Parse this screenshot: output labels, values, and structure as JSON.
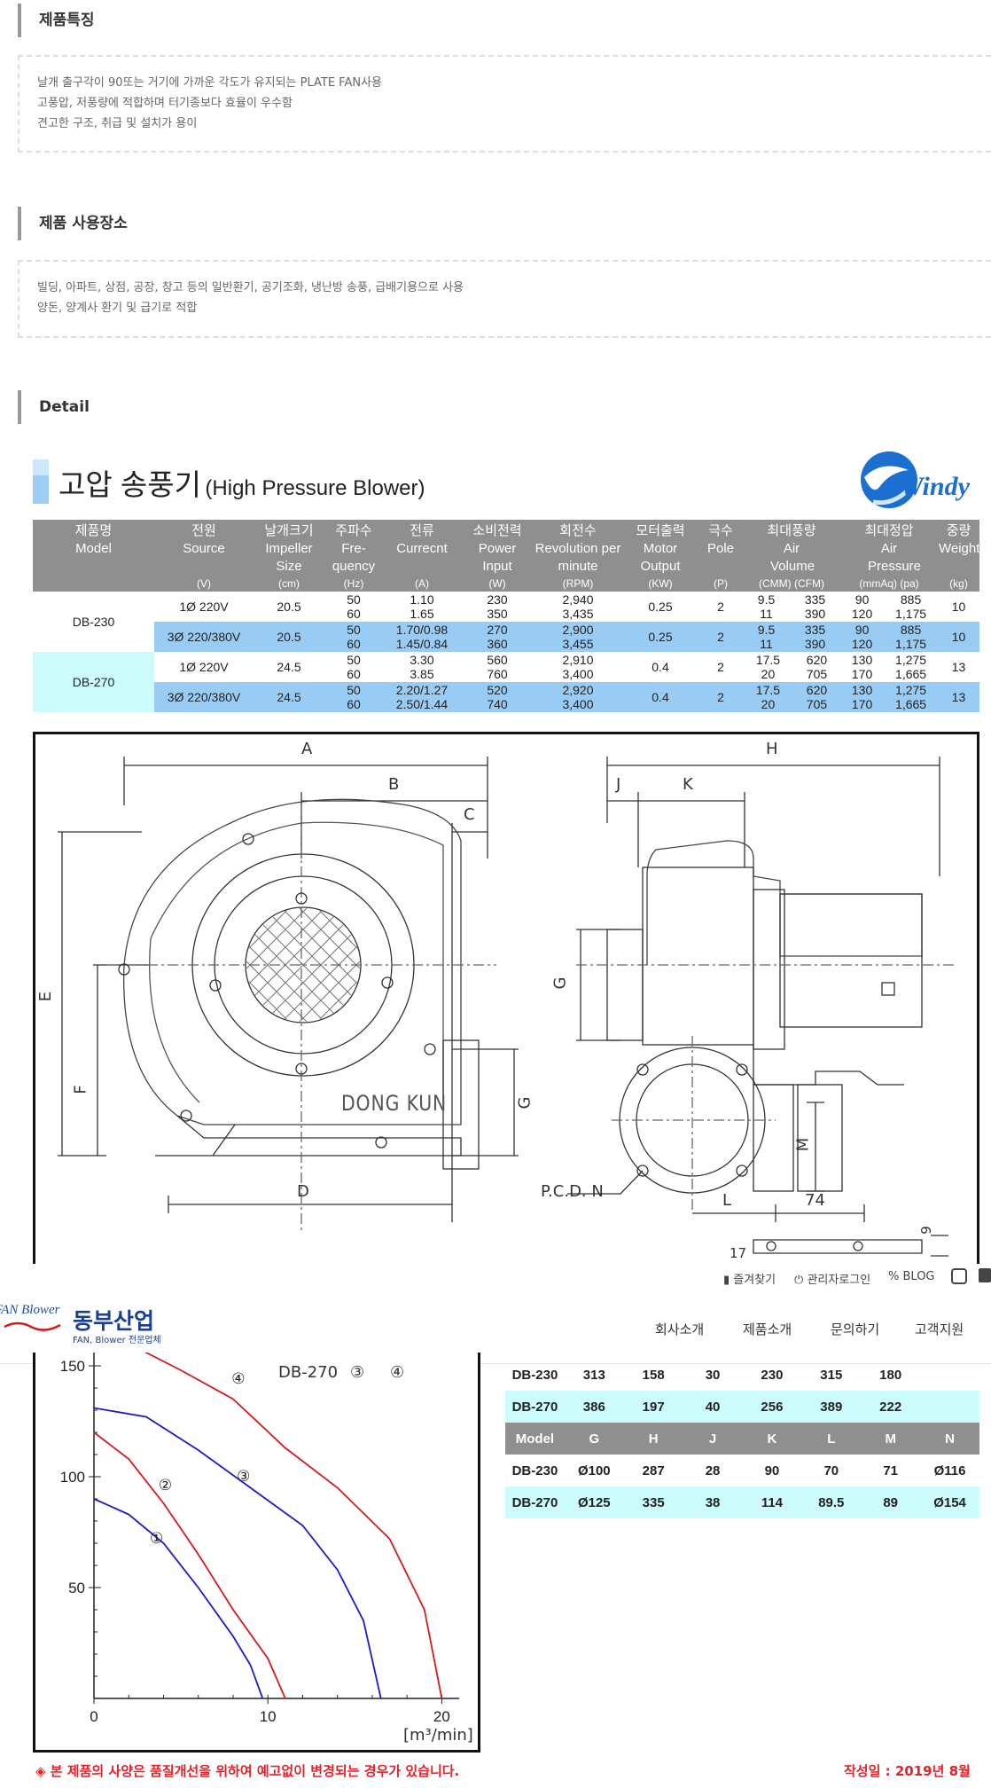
{
  "features": {
    "title": "제품특징",
    "lines": [
      "날개 출구각이 90또는 거기에 가까운 각도가 유지되는 PLATE FAN사용",
      "고풍압, 저풍량에 적합하며 터기종보다 효율이 우수함",
      "견고한 구조, 취급 및 설치가 용이"
    ]
  },
  "usage": {
    "title": "제품 사용장소",
    "lines": [
      "빌딩, 아파트, 상점, 공장, 창고 등의 일반환기, 공기조화, 냉난방 송풍, 급배기용으로 사용",
      "양돈, 양계사 환기 및 급기로 적합"
    ]
  },
  "detail": {
    "title": "Detail"
  },
  "product": {
    "title_ko": "고압 송풍기",
    "title_en": "(High Pressure Blower)",
    "brand": "Windy",
    "brand_color": "#1b6fd1"
  },
  "spec_table": {
    "headers": [
      {
        "ko": "제품명",
        "en": "Model",
        "unit": ""
      },
      {
        "ko": "전원",
        "en": "Source",
        "unit": "(V)"
      },
      {
        "ko": "날개크기",
        "en": "Impeller Size",
        "unit": "(cm)"
      },
      {
        "ko": "주파수",
        "en": "Fre- quency",
        "unit": "(Hz)"
      },
      {
        "ko": "전류",
        "en": "Currecnt",
        "unit": "(A)"
      },
      {
        "ko": "소비전력",
        "en": "Power Input",
        "unit": "(W)"
      },
      {
        "ko": "회전수",
        "en": "Revolution per minute",
        "unit": "(RPM)"
      },
      {
        "ko": "모터출력",
        "en": "Motor Output",
        "unit": "(KW)"
      },
      {
        "ko": "극수",
        "en": "Pole",
        "unit": "(P)"
      },
      {
        "ko": "최대풍량",
        "en": "Air Volume",
        "unit": "(CMM)   (CFM)"
      },
      {
        "ko": "최대정압",
        "en": "Air Pressure",
        "unit": "(mmAq)   (pa)"
      },
      {
        "ko": "중량",
        "en": "Weight",
        "unit": "(kg)"
      }
    ],
    "rows": [
      {
        "model": "DB-230",
        "source": "1Ø 220V",
        "impeller": "20.5",
        "hz": [
          "50",
          "60"
        ],
        "current": [
          "1.10",
          "1.65"
        ],
        "power": [
          "230",
          "350"
        ],
        "rpm": [
          "2,940",
          "3,435"
        ],
        "motor": "0.25",
        "pole": "2",
        "cmm": [
          "9.5",
          "11"
        ],
        "cfm": [
          "335",
          "390"
        ],
        "mmaq": [
          "90",
          "120"
        ],
        "pa": [
          "885",
          "1,175"
        ],
        "weight": "10"
      },
      {
        "model": "",
        "source": "3Ø 220/380V",
        "impeller": "20.5",
        "hz": [
          "50",
          "60"
        ],
        "current": [
          "1.70/0.98",
          "1.45/0.84"
        ],
        "power": [
          "270",
          "360"
        ],
        "rpm": [
          "2,900",
          "3,455"
        ],
        "motor": "0.25",
        "pole": "2",
        "cmm": [
          "9.5",
          "11"
        ],
        "cfm": [
          "335",
          "390"
        ],
        "mmaq": [
          "90",
          "120"
        ],
        "pa": [
          "885",
          "1,175"
        ],
        "weight": "10"
      },
      {
        "model": "DB-270",
        "source": "1Ø 220V",
        "impeller": "24.5",
        "hz": [
          "50",
          "60"
        ],
        "current": [
          "3.30",
          "3.85"
        ],
        "power": [
          "560",
          "760"
        ],
        "rpm": [
          "2,910",
          "3,400"
        ],
        "motor": "0.4",
        "pole": "2",
        "cmm": [
          "17.5",
          "20"
        ],
        "cfm": [
          "620",
          "705"
        ],
        "mmaq": [
          "130",
          "170"
        ],
        "pa": [
          "1,275",
          "1,665"
        ],
        "weight": "13"
      },
      {
        "model": "",
        "source": "3Ø 220/380V",
        "impeller": "24.5",
        "hz": [
          "50",
          "60"
        ],
        "current": [
          "2.20/1.27",
          "2.50/1.44"
        ],
        "power": [
          "520",
          "740"
        ],
        "rpm": [
          "2,920",
          "3,400"
        ],
        "motor": "0.4",
        "pole": "2",
        "cmm": [
          "17.5",
          "20"
        ],
        "cfm": [
          "620",
          "705"
        ],
        "mmaq": [
          "130",
          "170"
        ],
        "pa": [
          "1,275",
          "1,665"
        ],
        "weight": "13"
      }
    ]
  },
  "drawing": {
    "labels": [
      "A",
      "B",
      "C",
      "D",
      "E",
      "F",
      "G",
      "H",
      "J",
      "K",
      "G",
      "M",
      "L",
      "74",
      "9",
      "17"
    ],
    "casing_text": "DONG KUN",
    "pcd_label": "P.C.D. N"
  },
  "header": {
    "top_links": [
      "즐겨찾기",
      "관리자로그인",
      "BLOG"
    ],
    "logo_text": "동부산업",
    "logo_sub": "FAN, Blower 전문업체",
    "logo_script": "FAN Blower",
    "nav": [
      "회사소개",
      "제품소개",
      "문의하기",
      "고객지원"
    ]
  },
  "dim_table": {
    "rows_top": [
      [
        "DB-230",
        "313",
        "158",
        "30",
        "230",
        "315",
        "180",
        ""
      ],
      [
        "DB-270",
        "386",
        "197",
        "40",
        "256",
        "389",
        "222",
        ""
      ]
    ],
    "header": [
      "Model",
      "G",
      "H",
      "J",
      "K",
      "L",
      "M",
      "N"
    ],
    "rows_bottom": [
      [
        "DB-230",
        "Ø100",
        "287",
        "28",
        "90",
        "70",
        "71",
        "Ø116"
      ],
      [
        "DB-270",
        "Ø125",
        "335",
        "38",
        "114",
        "89.5",
        "89",
        "Ø154"
      ]
    ]
  },
  "chart_data": {
    "type": "line",
    "x_label": "[m³/min]",
    "xlim": [
      0,
      21
    ],
    "ylim": [
      0,
      160
    ],
    "x_ticks": [
      "0",
      "10",
      "20"
    ],
    "y_ticks": [
      "50",
      "100",
      "150"
    ],
    "annotation": "DB-270",
    "series": [
      {
        "name": "①",
        "color": "#1a1ac8",
        "points": [
          [
            0,
            90
          ],
          [
            2,
            83
          ],
          [
            4,
            70
          ],
          [
            6,
            50
          ],
          [
            8,
            28
          ],
          [
            9,
            15
          ],
          [
            9.7,
            0
          ]
        ]
      },
      {
        "name": "②",
        "color": "#d41a1a",
        "points": [
          [
            0,
            120
          ],
          [
            2,
            108
          ],
          [
            4,
            88
          ],
          [
            6,
            65
          ],
          [
            8,
            40
          ],
          [
            10,
            18
          ],
          [
            11,
            0
          ]
        ]
      },
      {
        "name": "③",
        "color": "#1a1ac8",
        "points": [
          [
            0,
            131
          ],
          [
            3,
            127
          ],
          [
            6,
            112
          ],
          [
            9,
            95
          ],
          [
            12,
            78
          ],
          [
            14,
            58
          ],
          [
            15.5,
            35
          ],
          [
            16.5,
            0
          ]
        ]
      },
      {
        "name": "④",
        "color": "#d41a1a",
        "points": [
          [
            2,
            160
          ],
          [
            5,
            148
          ],
          [
            8,
            135
          ],
          [
            11,
            113
          ],
          [
            14,
            95
          ],
          [
            17,
            72
          ],
          [
            19,
            40
          ],
          [
            20,
            0
          ]
        ]
      }
    ],
    "curve_labels": [
      "①",
      "②",
      "③",
      "④"
    ],
    "legend_marks": [
      "③",
      "④"
    ]
  },
  "footer": {
    "note": "◈ 본 제품의 사양은 품질개선을 위하여 예고없이 변경되는 경우가 있습니다.",
    "date": "작성일 : 2019년 8월"
  }
}
